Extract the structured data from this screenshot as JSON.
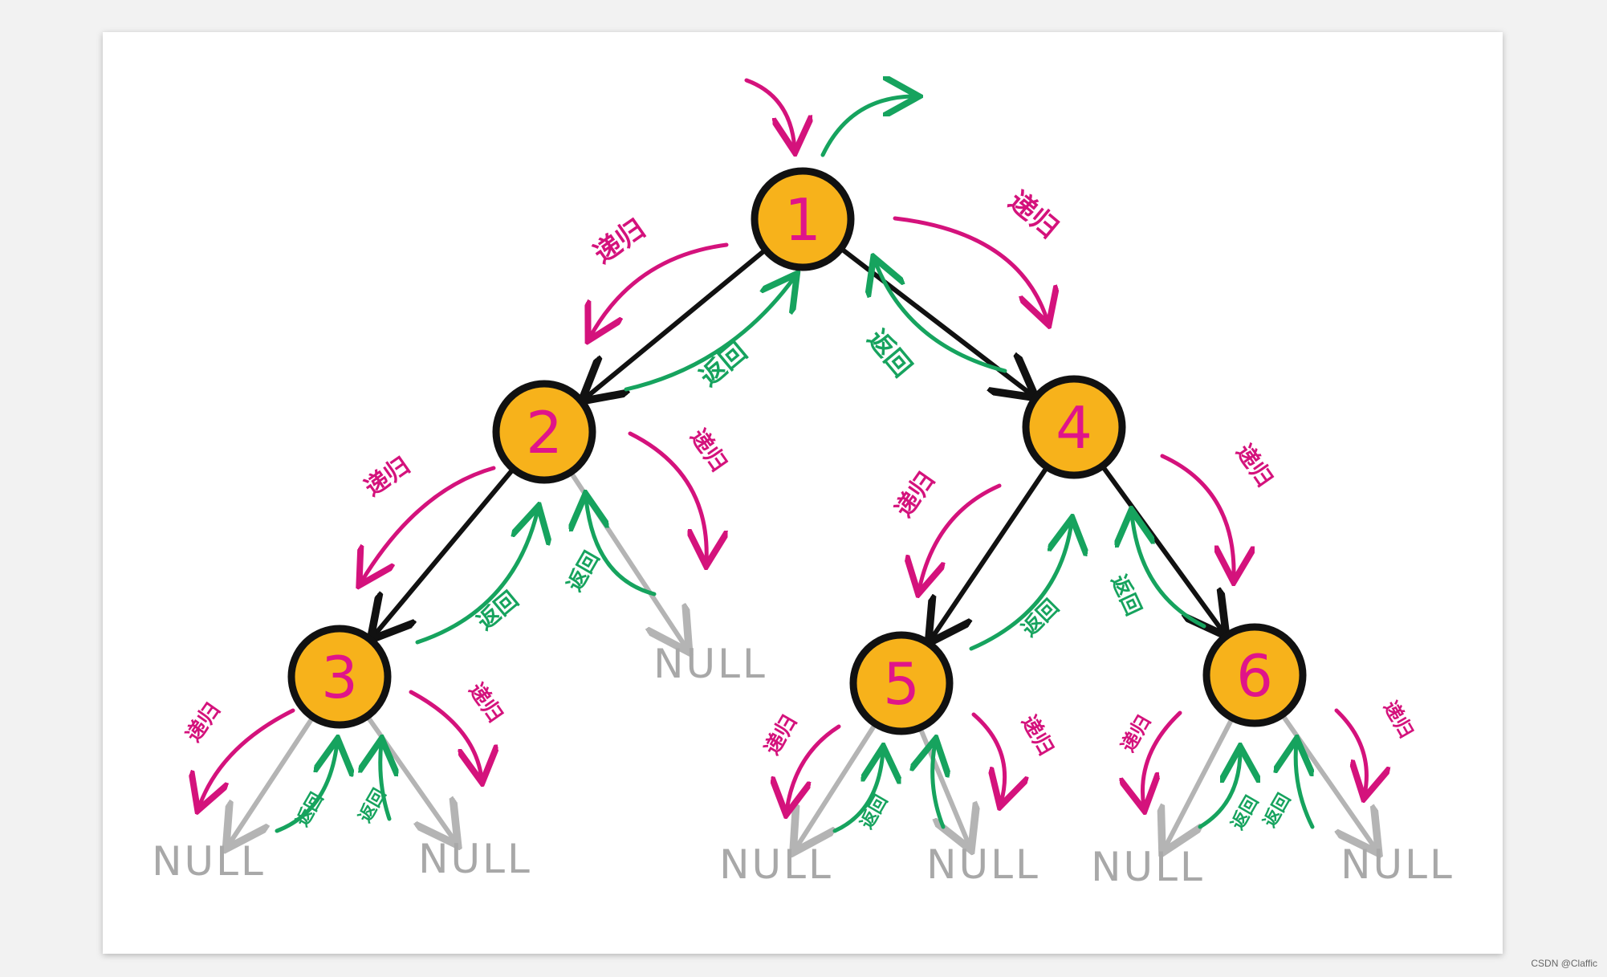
{
  "colors": {
    "background": "#f2f2f2",
    "card": "#ffffff",
    "node_fill": "#f7b21b",
    "node_stroke": "#111111",
    "node_text": "#e0148a",
    "tree_edge": "#111111",
    "null_edge": "#b4b4b4",
    "null_text": "#a8a8a8",
    "recurse": "#d4127c",
    "return": "#16a35e"
  },
  "nodes": [
    {
      "id": "1",
      "label": "1"
    },
    {
      "id": "2",
      "label": "2"
    },
    {
      "id": "3",
      "label": "3"
    },
    {
      "id": "4",
      "label": "4"
    },
    {
      "id": "5",
      "label": "5"
    },
    {
      "id": "6",
      "label": "6"
    }
  ],
  "edges": [
    {
      "from": "1",
      "to": "2"
    },
    {
      "from": "1",
      "to": "4"
    },
    {
      "from": "2",
      "to": "3"
    },
    {
      "from": "2",
      "to": "null-2r"
    },
    {
      "from": "4",
      "to": "5"
    },
    {
      "from": "4",
      "to": "6"
    },
    {
      "from": "3",
      "to": "null-3l"
    },
    {
      "from": "3",
      "to": "null-3r"
    },
    {
      "from": "5",
      "to": "null-5l"
    },
    {
      "from": "5",
      "to": "null-5r"
    },
    {
      "from": "6",
      "to": "null-6l"
    },
    {
      "from": "6",
      "to": "null-6r"
    }
  ],
  "null_label": "NULL",
  "recurse_label": "递归",
  "return_label": "返回",
  "watermark": "CSDN @Claffic"
}
